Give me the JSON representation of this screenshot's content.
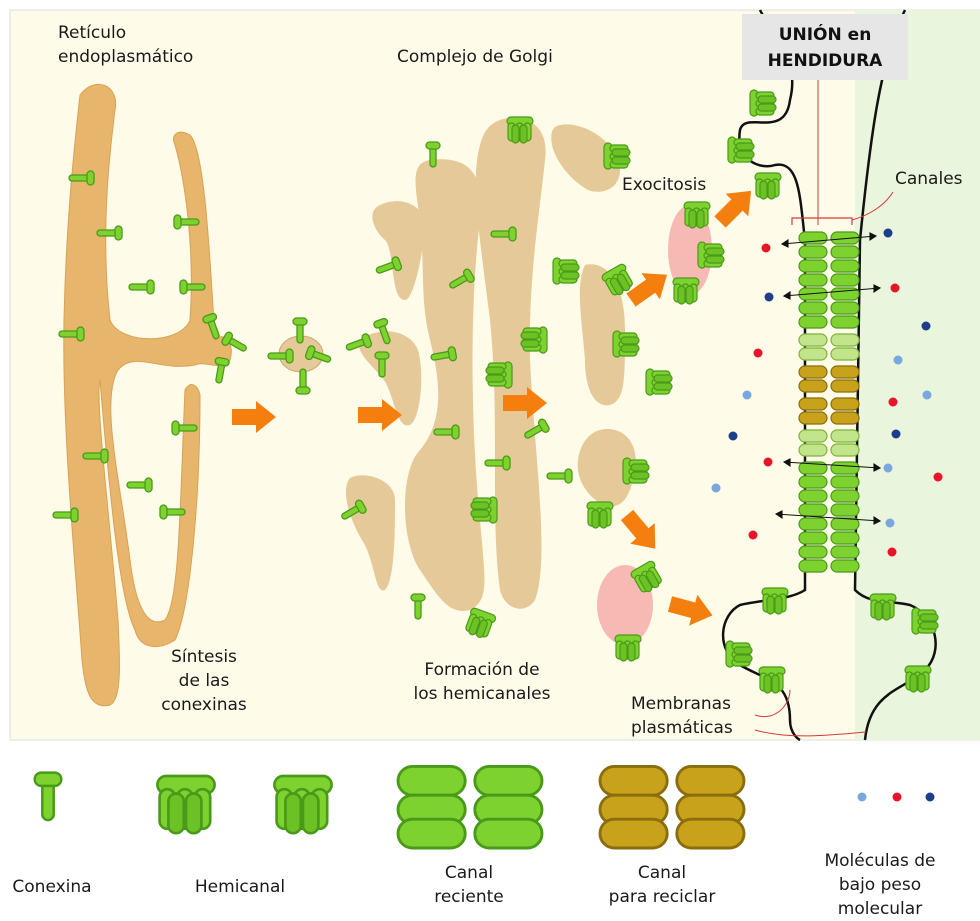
{
  "labels": {
    "er": [
      "Retículo",
      "endoplasmático"
    ],
    "golgi": "Complejo de Golgi",
    "junction": [
      "UNIÓN en",
      "HENDIDURA"
    ],
    "exocytosis": "Exocitosis",
    "channels": "Canales",
    "synthesis": [
      "Síntesis",
      "de las",
      "conexinas"
    ],
    "formation": [
      "Formación de",
      "los hemicanales"
    ],
    "membranes": [
      "Membranas",
      "plasmáticas"
    ]
  },
  "legend": {
    "connexin": "Conexina",
    "hemichannel": "Hemicanal",
    "new_channel": [
      "Canal",
      "reciente"
    ],
    "recycle_channel": [
      "Canal",
      "para reciclar"
    ],
    "molecules": [
      "Moléculas de",
      "bajo peso",
      "molecular"
    ]
  },
  "colors": {
    "cytoplasm": "#fefbe9",
    "extracellular": "#e9f5dd",
    "er": "#e8b56c",
    "golgi": "#e6c998",
    "vesicle": "#f7b9b4",
    "connexin": "#7dd22f",
    "connexin_dark": "#4a9a19",
    "recycle": "#c9a21b",
    "arrow": "#f47f0e",
    "dot_light": "#7aa7dd",
    "dot_red": "#e8142a",
    "dot_dark": "#1d3f8a"
  },
  "icons": [
    "right-arrow-icon",
    "connexin-icon",
    "hemichannel-icon",
    "channel-icon",
    "molecule-dot-icon"
  ]
}
